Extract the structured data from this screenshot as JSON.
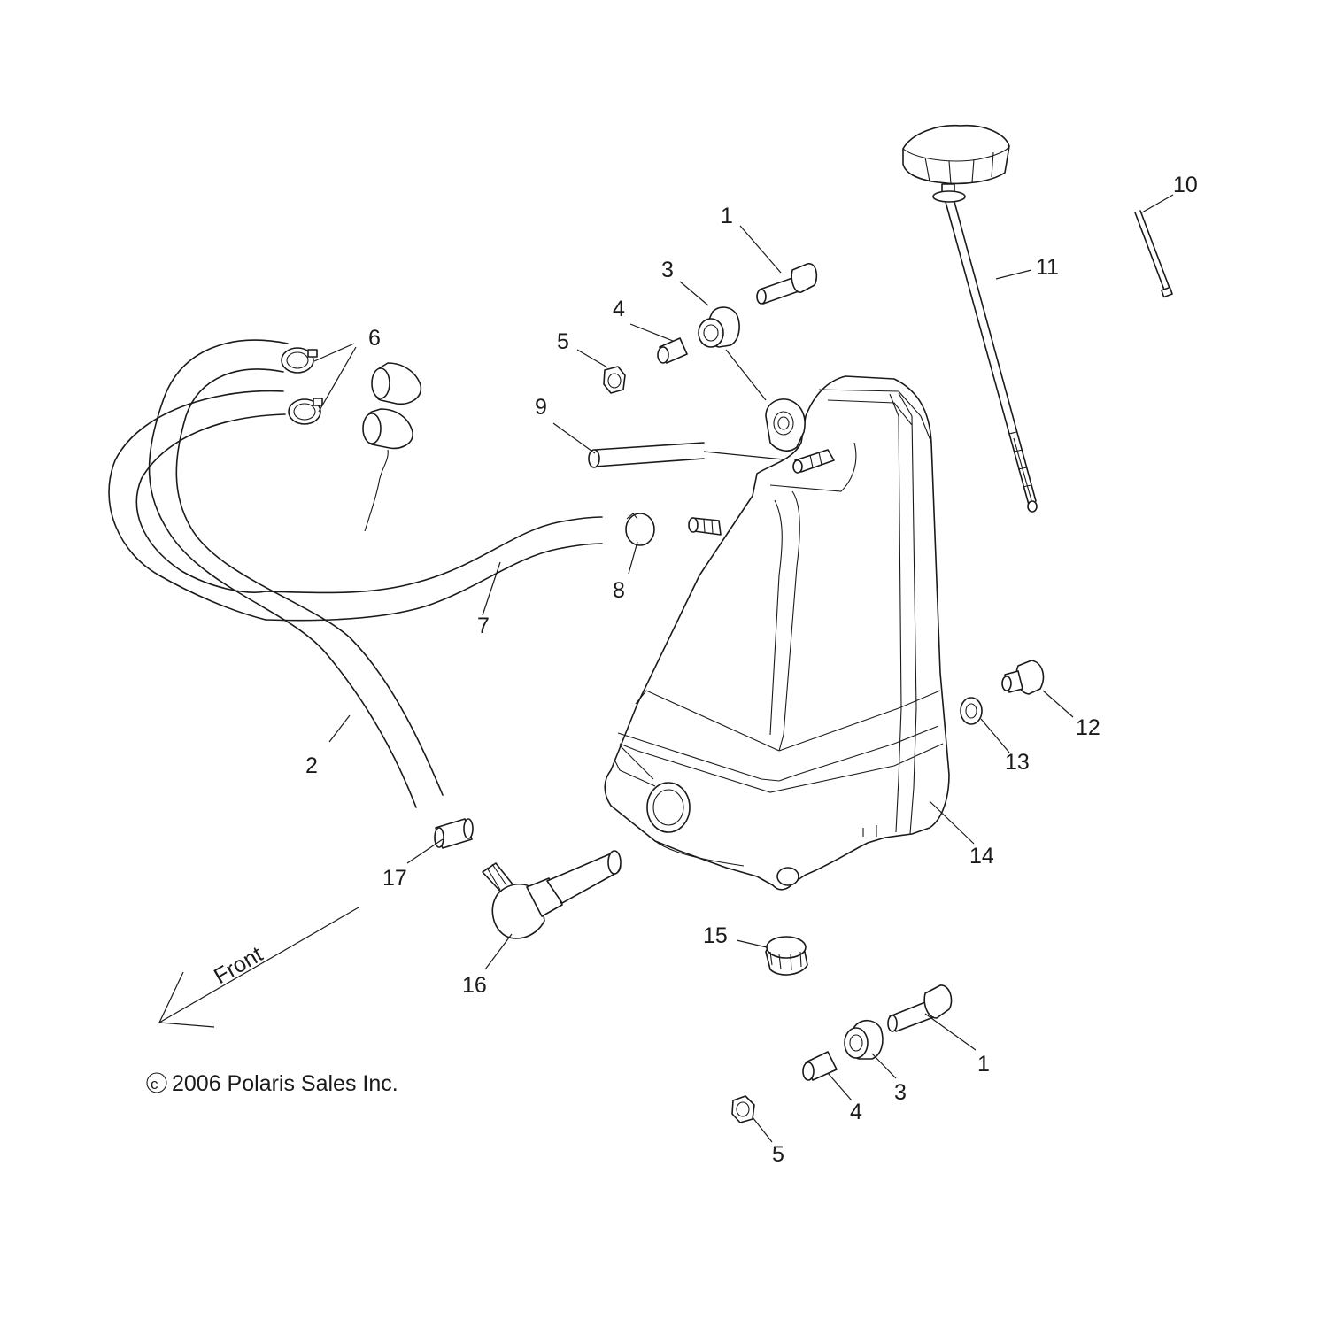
{
  "diagram": {
    "callouts": [
      {
        "id": "c1a",
        "text": "1"
      },
      {
        "id": "c1b",
        "text": "1"
      },
      {
        "id": "c2",
        "text": "2"
      },
      {
        "id": "c3a",
        "text": "3"
      },
      {
        "id": "c3b",
        "text": "3"
      },
      {
        "id": "c4a",
        "text": "4"
      },
      {
        "id": "c4b",
        "text": "4"
      },
      {
        "id": "c5a",
        "text": "5"
      },
      {
        "id": "c5b",
        "text": "5"
      },
      {
        "id": "c6",
        "text": "6"
      },
      {
        "id": "c7",
        "text": "7"
      },
      {
        "id": "c8",
        "text": "8"
      },
      {
        "id": "c9",
        "text": "9"
      },
      {
        "id": "c10",
        "text": "10"
      },
      {
        "id": "c11",
        "text": "11"
      },
      {
        "id": "c12",
        "text": "12"
      },
      {
        "id": "c13",
        "text": "13"
      },
      {
        "id": "c14",
        "text": "14"
      },
      {
        "id": "c15",
        "text": "15"
      },
      {
        "id": "c16",
        "text": "16"
      },
      {
        "id": "c17",
        "text": "17"
      }
    ],
    "front_label": "Front",
    "copyright_symbol": "c",
    "copyright_text": "2006 Polaris Sales Inc."
  }
}
